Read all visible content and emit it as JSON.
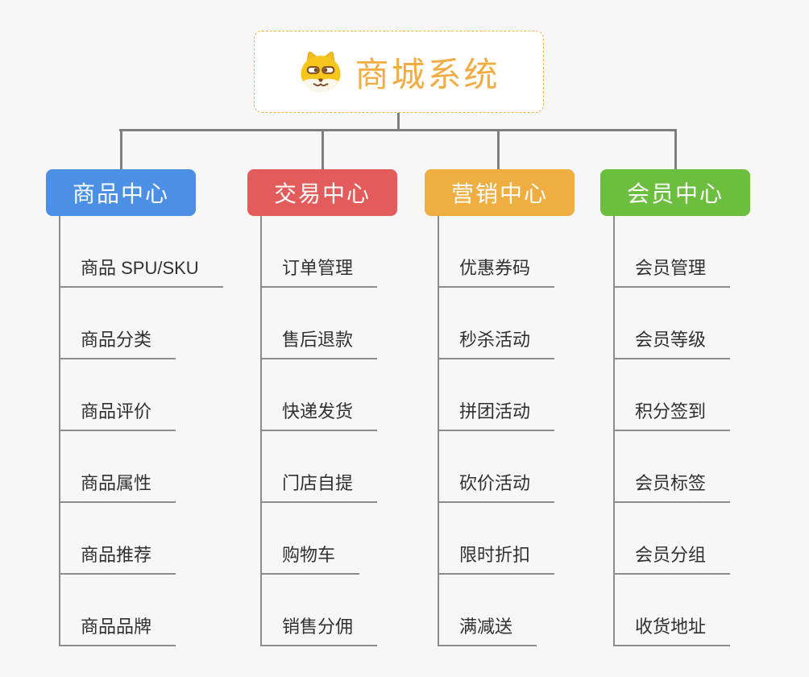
{
  "root": {
    "title": "商城系统",
    "icon": "doge-icon"
  },
  "branches": [
    {
      "label": "商品中心",
      "color": "#4b90e4",
      "items": [
        "商品 SPU/SKU",
        "商品分类",
        "商品评价",
        "商品属性",
        "商品推荐",
        "商品品牌"
      ]
    },
    {
      "label": "交易中心",
      "color": "#e35c5c",
      "items": [
        "订单管理",
        "售后退款",
        "快递发货",
        "门店自提",
        "购物车",
        "销售分佣"
      ]
    },
    {
      "label": "营销中心",
      "color": "#efae41",
      "items": [
        "优惠券码",
        "秒杀活动",
        "拼团活动",
        "砍价活动",
        "限时折扣",
        "满减送"
      ]
    },
    {
      "label": "会员中心",
      "color": "#6cbe3e",
      "items": [
        "会员管理",
        "会员等级",
        "积分签到",
        "会员标签",
        "会员分组",
        "收货地址"
      ]
    }
  ],
  "colors": {
    "background": "#f7f7f8",
    "root_text": "#f2ac43",
    "root_border": "#f2b44c",
    "connector": "#7f7f7f",
    "leaf_line": "#8c8c8c",
    "leaf_text": "#303030"
  }
}
